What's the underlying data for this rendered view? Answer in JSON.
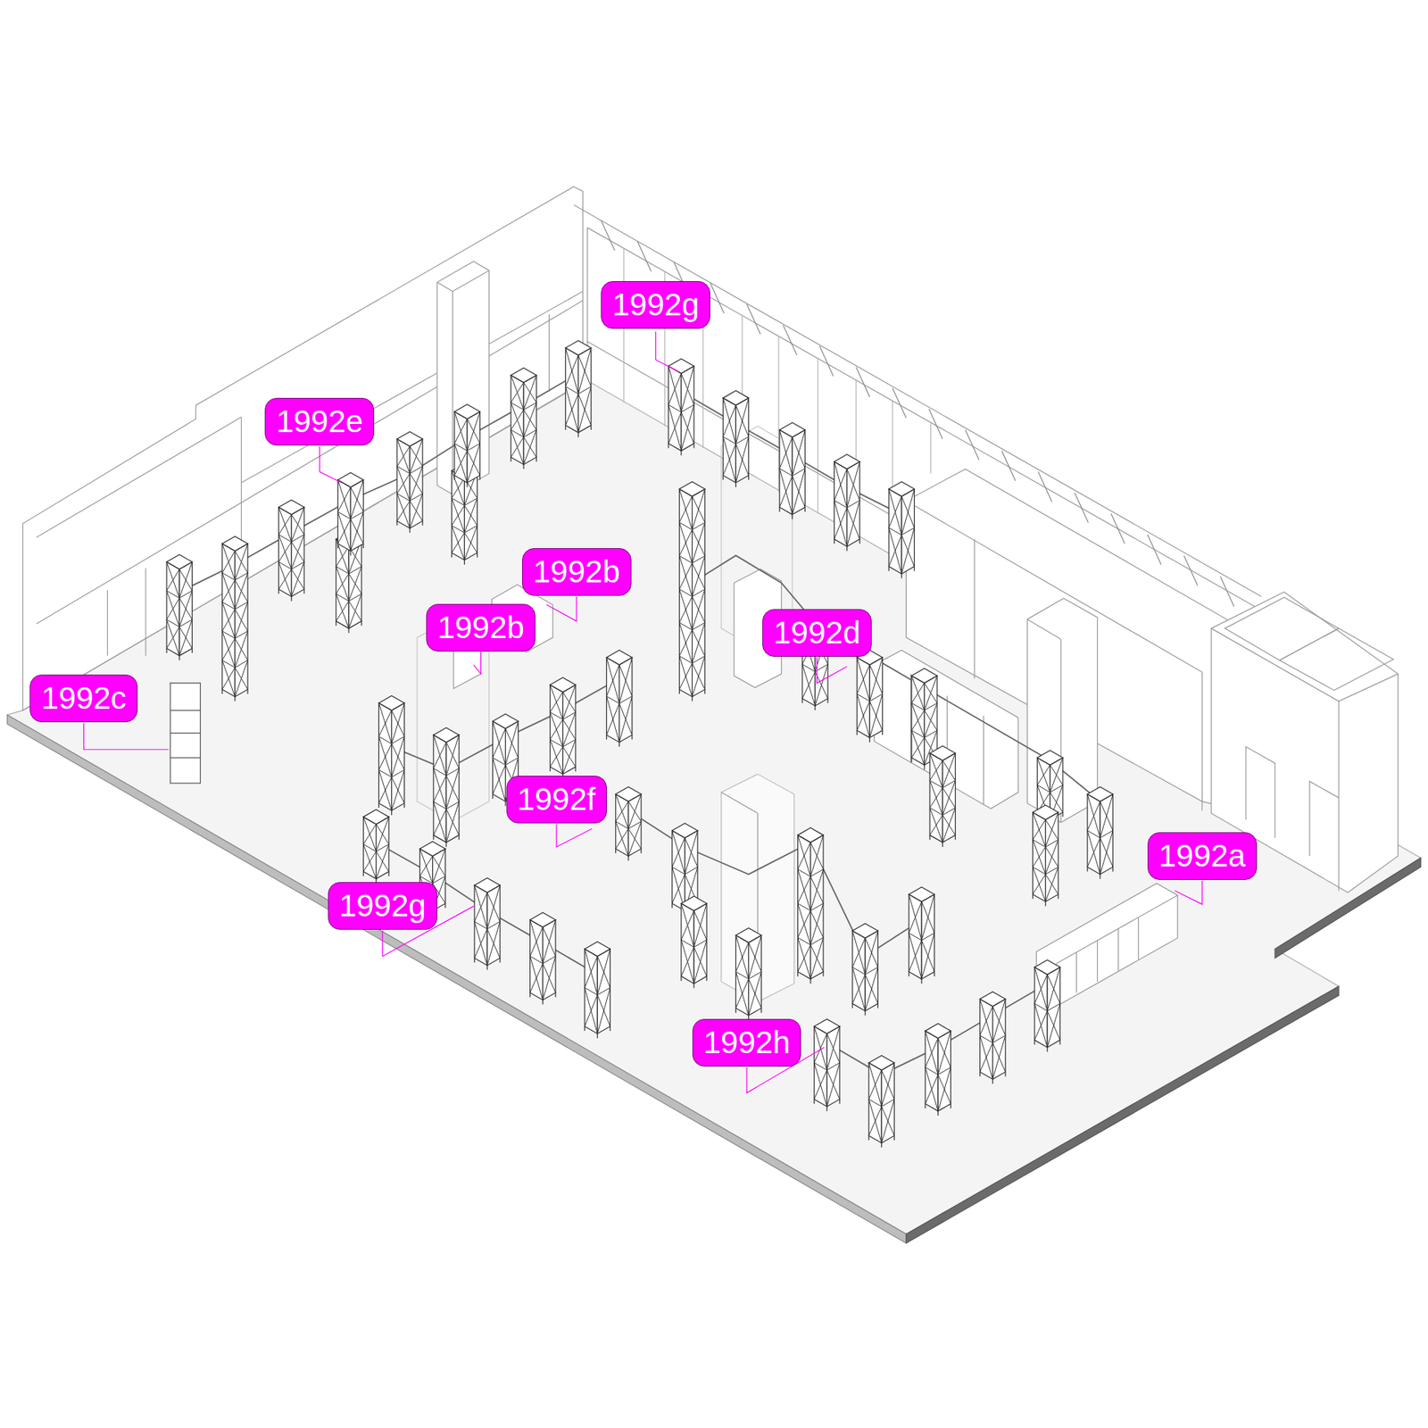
{
  "diagram": {
    "labels": [
      "1992g",
      "1992e",
      "1992b",
      "1992b",
      "1992d",
      "1992c",
      "1992f",
      "1992g",
      "1992a",
      "1992h"
    ]
  }
}
